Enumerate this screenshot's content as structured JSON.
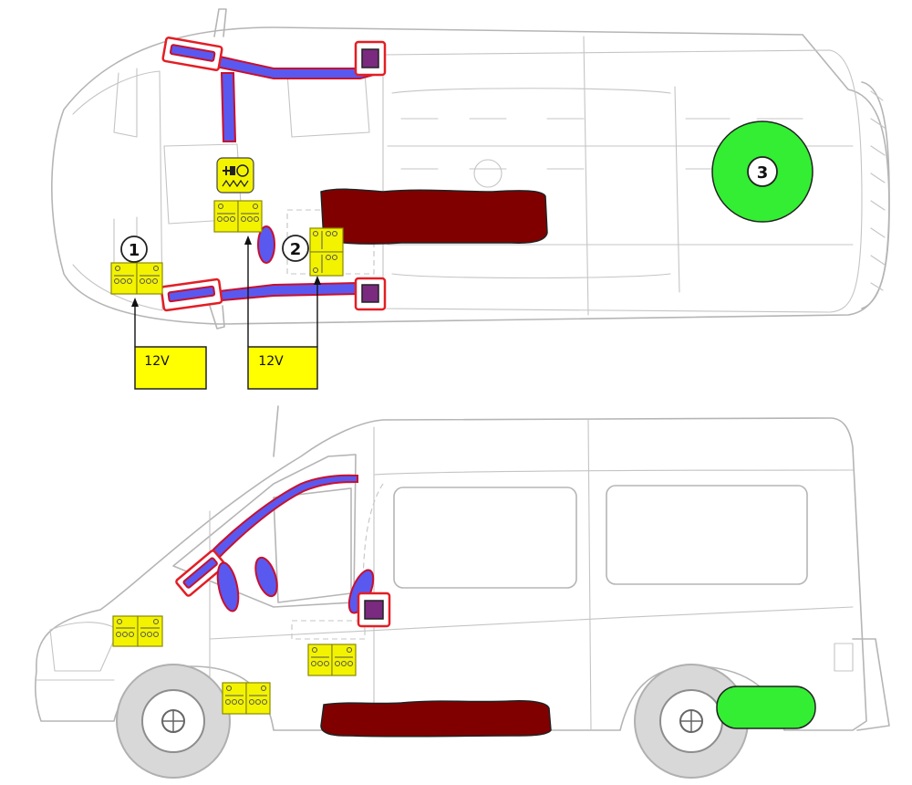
{
  "colors": {
    "battery": "#f3f300",
    "airbag": "#5959f0",
    "airbag_outline": "#c8102e",
    "inflator": "#7a2a7f",
    "fuel_tank": "#800000",
    "gas_tank": "#33ee33",
    "voltage_label": "#ffff00"
  },
  "callouts": {
    "c1": "1",
    "c2": "2",
    "c3": "3"
  },
  "voltage_labels": {
    "front": "12V",
    "seat": "12V"
  },
  "icons": {
    "pretensioner": "seatbelt-pretensioner-icon",
    "battery": "battery-icon"
  }
}
